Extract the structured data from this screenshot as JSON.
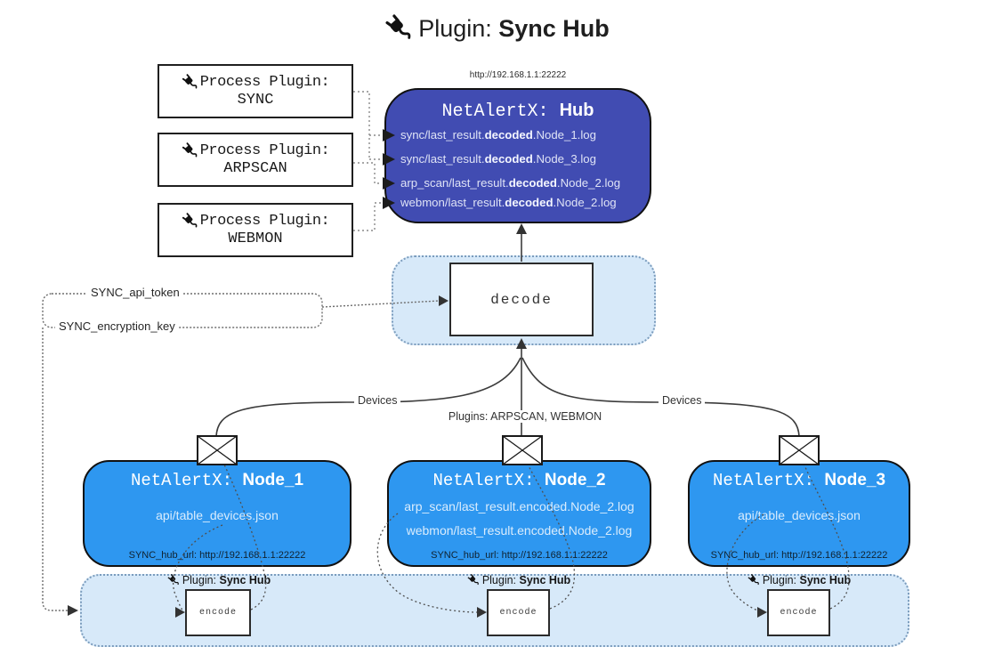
{
  "title": {
    "prefix": "Plugin: ",
    "bold": "Sync Hub"
  },
  "process_plugins": [
    {
      "label": "Process Plugin:",
      "name": "SYNC"
    },
    {
      "label": "Process Plugin:",
      "name": "ARPSCAN"
    },
    {
      "label": "Process Plugin:",
      "name": "WEBMON"
    }
  ],
  "hub": {
    "url_label": "http://192.168.1.1:22222",
    "title_prefix": "NetAlertX: ",
    "title_bold": "Hub",
    "log_lines": [
      {
        "prefix": "sync/last_result.",
        "bold": "decoded",
        "suffix": ".Node_1.log"
      },
      {
        "prefix": "sync/last_result.",
        "bold": "decoded",
        "suffix": ".Node_3.log"
      },
      {
        "prefix": "arp_scan/last_result.",
        "bold": "decoded",
        "suffix": ".Node_2.log"
      },
      {
        "prefix": "webmon/last_result.",
        "bold": "decoded",
        "suffix": ".Node_2.log"
      }
    ]
  },
  "decode_box": {
    "label": "decode"
  },
  "secrets": {
    "api_token": "SYNC_api_token",
    "encryption_key": "SYNC_encryption_key"
  },
  "edge_labels": {
    "devices_left": "Devices",
    "devices_right": "Devices",
    "plugins_center": "Plugins: ARPSCAN, WEBMON"
  },
  "nodes": [
    {
      "title_prefix": "NetAlertX: ",
      "title_bold": "Node_1",
      "lines": [
        "api/table_devices.json"
      ],
      "hub_url": "SYNC_hub_url: http://192.168.1.1:22222"
    },
    {
      "title_prefix": "NetAlertX: ",
      "title_bold": "Node_2",
      "lines": [
        "arp_scan/last_result.encoded.Node_2.log",
        "webmon/last_result.encoded.Node_2.log"
      ],
      "hub_url": "SYNC_hub_url: http://192.168.1.1:22222"
    },
    {
      "title_prefix": "NetAlertX: ",
      "title_bold": "Node_3",
      "lines": [
        "api/table_devices.json"
      ],
      "hub_url": "SYNC_hub_url: http://192.168.1.1:22222"
    }
  ],
  "encode_section": {
    "plugin_label_prefix": "Plugin: ",
    "plugin_label_bold": "Sync Hub",
    "encode_label": "encode"
  },
  "icons": {
    "plug": "plug-icon",
    "envelope": "envelope-icon"
  },
  "colors": {
    "hub_fill": "#414cb2",
    "node_fill": "#2e97f0",
    "panel_fill": "#d7e9f9",
    "panel_border": "#7b9cbd"
  }
}
